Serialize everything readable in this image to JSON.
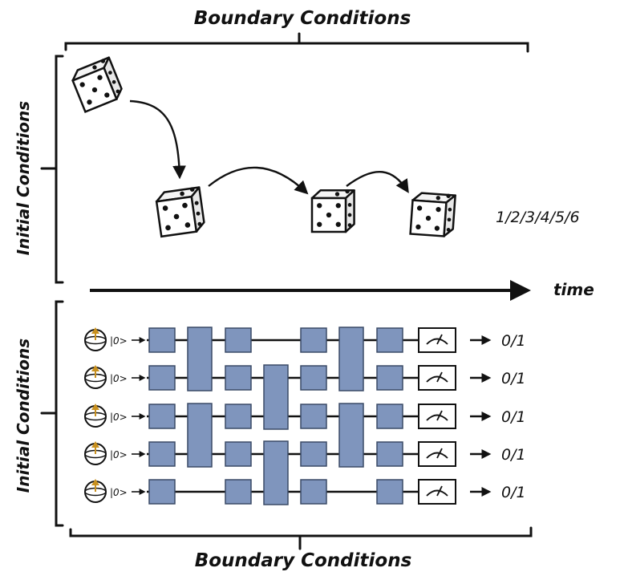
{
  "top_boundary_label": "Boundary Conditions",
  "bottom_boundary_label": "Boundary Conditions",
  "top_initial_label": "Initial Conditions",
  "bottom_initial_label": "Initial Conditions",
  "time_label": "time",
  "dice_outcomes": "1/2/3/4/5/6",
  "qubits": [
    {
      "state": "|0>",
      "output": "0/1"
    },
    {
      "state": "|0>",
      "output": "0/1"
    },
    {
      "state": "|0>",
      "output": "0/1"
    },
    {
      "state": "|0>",
      "output": "0/1"
    },
    {
      "state": "|0>",
      "output": "0/1"
    }
  ],
  "colors": {
    "gate": "#7f95bd",
    "gate_border": "#3a4a66",
    "bloch_arrow": "#c8901e",
    "ink": "#111111"
  }
}
